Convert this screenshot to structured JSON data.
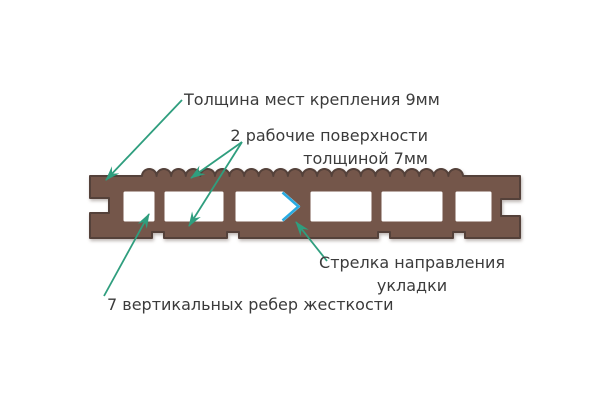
{
  "diagram": {
    "type": "decking-board-cross-section",
    "labels": {
      "fastening_thickness": "Толщина мест крепления 9мм",
      "working_surfaces_line1": "2 рабочие поверхности",
      "working_surfaces_line2": "толщиной 7мм",
      "direction_arrow_line1": "Стрелка направления",
      "direction_arrow_line2": "укладки",
      "stiffening_ribs": "7 вертикальных ребер жесткости"
    },
    "colors": {
      "board": "#74564a",
      "board_outline": "#54413a",
      "annotation_arrow": "#2f9e7e",
      "direction_chevron": "#29abe2",
      "text": "#3b3b3b",
      "background": "#ffffff"
    }
  }
}
